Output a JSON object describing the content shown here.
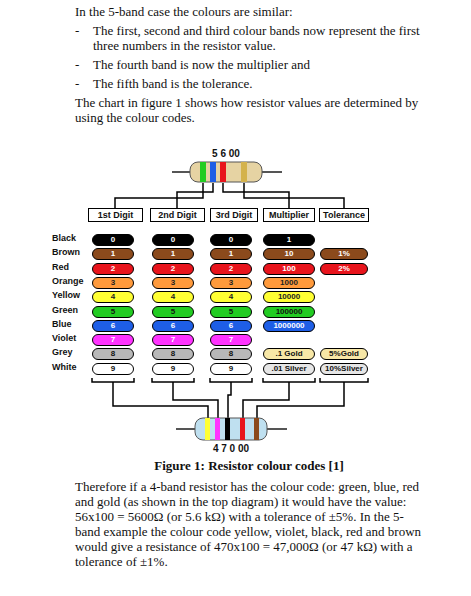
{
  "diagram": {
    "caption": "Figure 1: Resistor colour codes [1]",
    "nodes": [
      {
        "text": [
          "1st Digit"
        ]
      },
      {
        "text": [
          "2nd Digit"
        ]
      },
      {
        "text": [
          "3rd Digit"
        ]
      },
      {
        "text": [
          "Multiplier"
        ]
      },
      {
        "text": [
          "Tolerance"
        ]
      },
      {
        "text": [
          "0"
        ]
      },
      {
        "text": [
          "0"
        ]
      },
      {
        "text": [
          "0"
        ]
      },
      {
        "text": [
          "1"
        ]
      },
      {
        "text": [
          "1"
        ]
      },
      {
        "text": [
          "1"
        ]
      },
      {
        "text": [
          "1"
        ]
      },
      {
        "text": [
          "10"
        ]
      },
      {
        "text": [
          "1%"
        ]
      },
      {
        "text": [
          "2"
        ]
      },
      {
        "text": [
          "2"
        ]
      },
      {
        "text": [
          "2"
        ]
      },
      {
        "text": [
          "100"
        ]
      },
      {
        "text": [
          "2%"
        ]
      },
      {
        "text": [
          "3"
        ]
      },
      {
        "text": [
          "3"
        ]
      },
      {
        "text": [
          "3"
        ]
      },
      {
        "text": [
          "1000"
        ]
      },
      {
        "text": [
          "4"
        ]
      },
      {
        "text": [
          "4"
        ]
      },
      {
        "text": [
          "4"
        ]
      },
      {
        "text": [
          "10000"
        ]
      },
      {
        "text": [
          "5"
        ]
      },
      {
        "text": [
          "5"
        ]
      },
      {
        "text": [
          "5"
        ]
      },
      {
        "text": [
          "100000"
        ]
      },
      {
        "text": [
          "6"
        ]
      },
      {
        "text": [
          "6"
        ]
      },
      {
        "text": [
          "6"
        ]
      },
      {
        "text": [
          "1000000"
        ]
      },
      {
        "text": [
          "7"
        ]
      },
      {
        "text": [
          "7"
        ]
      },
      {
        "text": [
          "7"
        ]
      },
      {
        "text": [
          "8"
        ]
      },
      {
        "text": [
          "8"
        ]
      },
      {
        "text": [
          "8"
        ]
      },
      {
        "text": [
          ".1 Gold"
        ]
      },
      {
        "text": [
          "5%Gold"
        ]
      },
      {
        "text": [
          "9"
        ]
      },
      {
        "text": [
          "9"
        ]
      },
      {
        "text": [
          "9"
        ]
      },
      {
        "text": [
          ".01 Silver"
        ]
      },
      {
        "text": [
          "10%Silver"
        ]
      }
    ],
    "labels": [
      "In the 5-band case the colours are similar:",
      "-",
      "The first, second and third colour bands now represent the first three numbers in the resistor value.",
      "-",
      "The fourth band is now the multiplier and",
      "-",
      "The fifth band is the tolerance.",
      "The chart in figure 1 shows how resistor values are determined by using the colour codes.",
      "5 6 00",
      "Black",
      "Brown",
      "Red",
      "Orange",
      "Yellow",
      "Green",
      "Blue",
      "Violet",
      "Grey",
      "White",
      "4 7 0 00",
      "Therefore if a 4-band resistor has the colour code: green, blue, red and gold (as shown in the top diagram) it would have the value: 56x100 = 5600Ω (or 5.6 kΩ) with a tolerance of ±5%. In the 5-band example the colour code yellow, violet, black, red and brown would give a resistance of 470x100 = 47,000Ω (or 47 kΩ) with a tolerance of ±1%."
    ]
  }
}
